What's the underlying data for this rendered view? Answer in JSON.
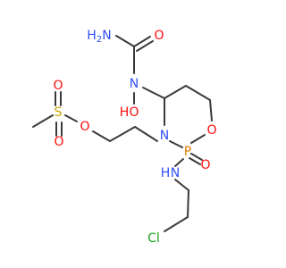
{
  "diagram": {
    "colors": {
      "bond": "#3a3a3a",
      "carbon": "#3a3a3a",
      "nitrogen": "#3050f8",
      "oxygen": "#ff0d0d",
      "sulfur": "#c9a800",
      "phosphorus": "#e07a00",
      "chlorine": "#1fa01f",
      "background": "#ffffff"
    },
    "atoms": {
      "nh2_label_main": "H",
      "nh2_label_sub": "2",
      "nh2_label_n": "N",
      "carbonyl_o": "O",
      "n_hydroxy": "N",
      "hydroxy_o": "O",
      "hydroxy_h": "H",
      "ring_n": "N",
      "ring_o": "O",
      "p": "P",
      "p_oxo": "O",
      "nh_h": "H",
      "nh_n": "N",
      "cl": "Cl",
      "s": "S",
      "s_o1": "O",
      "s_o2": "O",
      "ester_o": "O"
    }
  }
}
